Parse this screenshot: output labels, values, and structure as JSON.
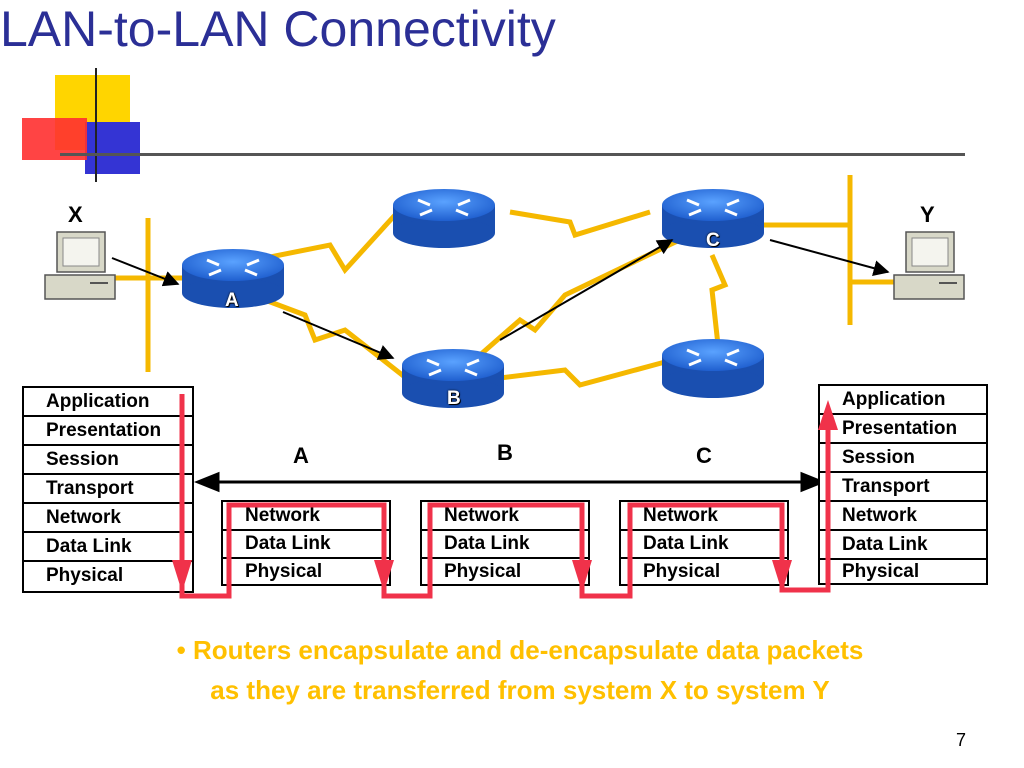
{
  "slide": {
    "title": "LAN-to-LAN Connectivity",
    "bullet_marker": "•",
    "bullet_line1": "Routers encapsulate and de-encapsulate data packets",
    "bullet_line2": "as they are transferred from system X to system Y",
    "page_number": "7"
  },
  "hosts": {
    "left": "X",
    "right": "Y"
  },
  "routers": {
    "a": "A",
    "b": "B",
    "c": "C"
  },
  "segments": [
    "A",
    "B",
    "C"
  ],
  "host_stack_left": [
    "Application",
    "Presentation",
    "Session",
    "Transport",
    "Network",
    "Data Link",
    "Physical"
  ],
  "host_stack_right": [
    "Application",
    "Presentation",
    "Session",
    "Transport",
    "Network",
    "Data Link",
    "Physical"
  ],
  "router_stack": [
    "Network",
    "Data Link",
    "Physical"
  ],
  "colors": {
    "title": "#2b2f96",
    "link": "#f5b800",
    "router_body": "#2a6fd6",
    "data_path": "#f0324a",
    "bullet_text": "#ffc000",
    "deco_yellow": "#ffd500",
    "deco_blue": "#2b2fd0",
    "deco_red": "#ff2a2a"
  }
}
